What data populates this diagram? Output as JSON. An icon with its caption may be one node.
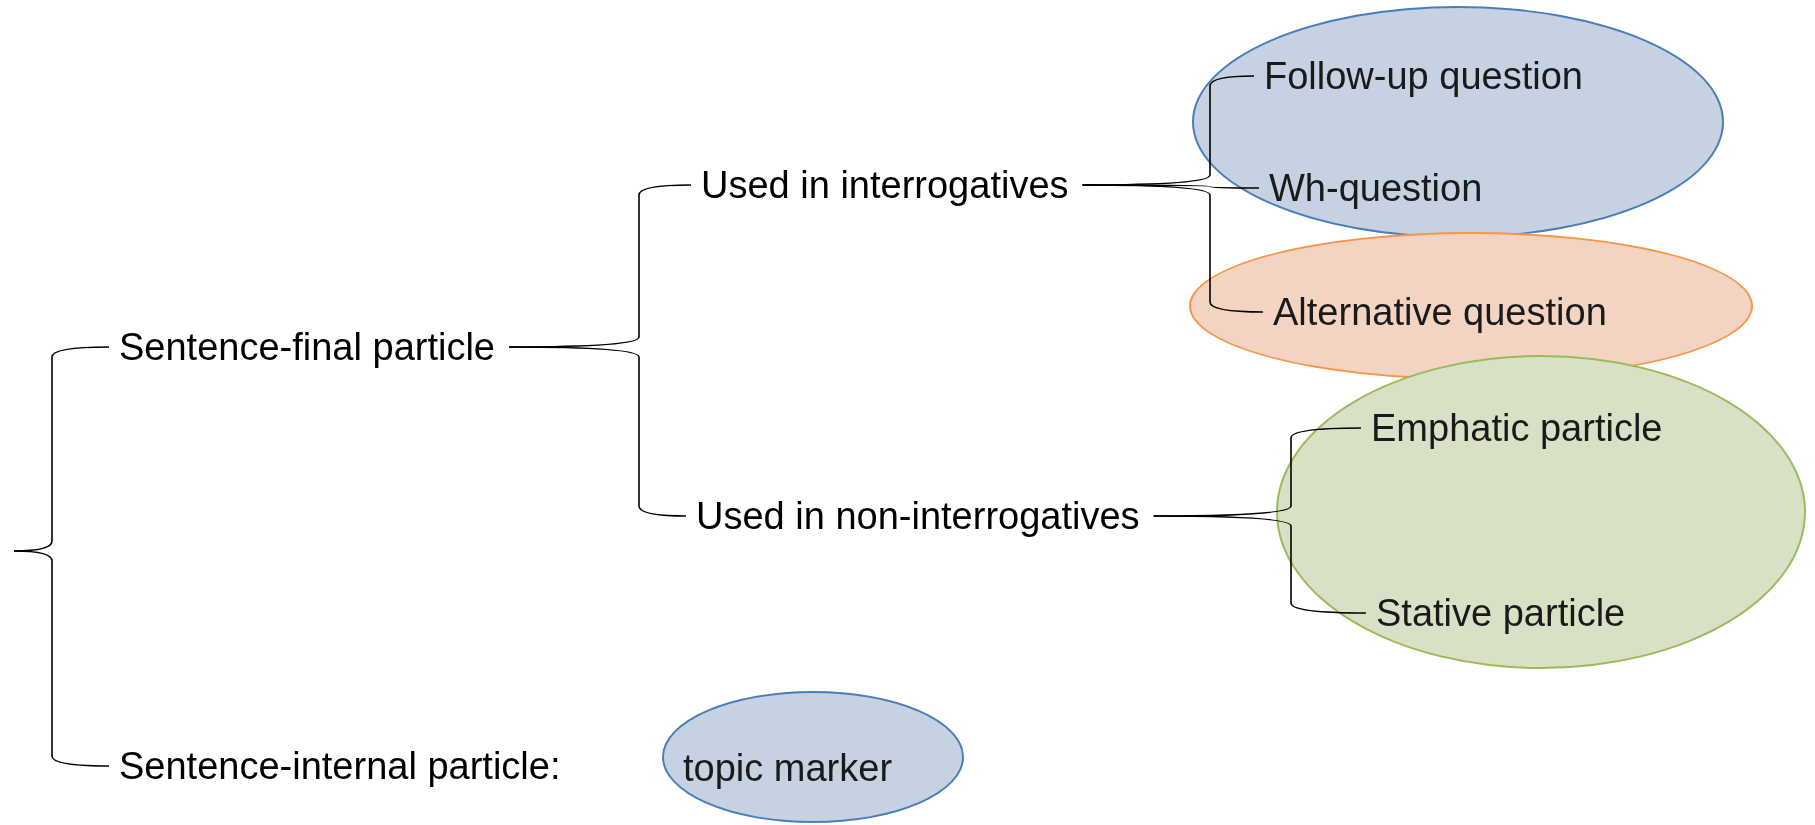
{
  "diagram": {
    "nodes": [
      {
        "text": [
          "Sentence-final particle"
        ]
      },
      {
        "text": [
          "Used in interrogatives"
        ]
      },
      {
        "text": [],
        "shape": "ellipse"
      },
      {
        "text": [
          "Follow-up question"
        ],
        "in": 2
      },
      {
        "text": [
          "Wh-question"
        ],
        "in": 2
      },
      {
        "text": [],
        "shape": "ellipse"
      },
      {
        "text": [
          "Alternative question"
        ],
        "in": 5
      },
      {
        "text": [
          "Used in non-interrogatives"
        ]
      },
      {
        "text": [],
        "shape": "ellipse"
      },
      {
        "text": [
          "Emphatic particle"
        ],
        "in": 8
      },
      {
        "text": [
          "Stative particle"
        ],
        "in": 8
      },
      {
        "text": [
          "Sentence-internal particle:"
        ]
      },
      {
        "text": [],
        "shape": "ellipse"
      },
      {
        "text": [
          "topic marker"
        ],
        "in": 12
      }
    ],
    "edges": [
      {
        "from": null,
        "to": 0,
        "arrow": "none"
      },
      {
        "from": null,
        "to": 11,
        "arrow": "none"
      },
      {
        "from": 0,
        "to": 1,
        "arrow": "none"
      },
      {
        "from": 0,
        "to": 7,
        "arrow": "none"
      },
      {
        "from": 1,
        "to": 3,
        "arrow": "none"
      },
      {
        "from": 1,
        "to": 4,
        "arrow": "none"
      },
      {
        "from": 1,
        "to": 6,
        "arrow": "none"
      },
      {
        "from": 7,
        "to": 9,
        "arrow": "none"
      },
      {
        "from": 7,
        "to": 10,
        "arrow": "none"
      }
    ]
  }
}
